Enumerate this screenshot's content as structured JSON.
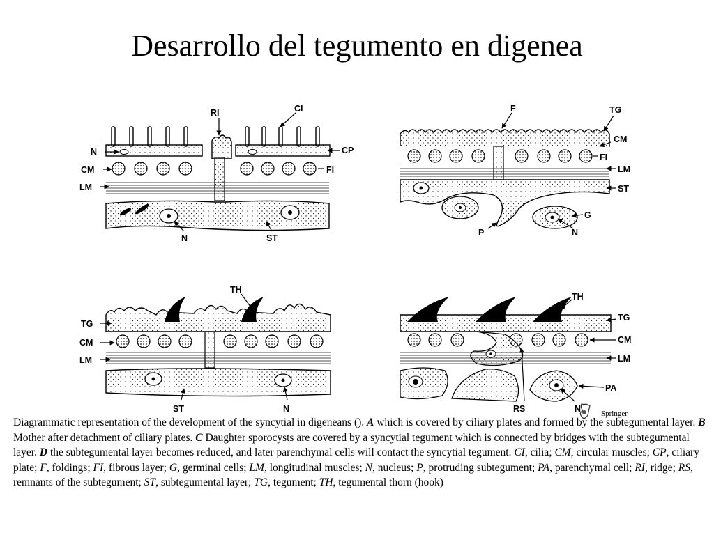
{
  "title": "Desarrollo del tegumento en digenea",
  "publisher": "Springer",
  "panels": {
    "a": {
      "labels": {
        "ri": "RI",
        "ci": "CI",
        "n": "N",
        "cp": "CP",
        "cm": "CM",
        "fi": "FI",
        "lm": "LM",
        "n2": "N",
        "st": "ST"
      }
    },
    "b": {
      "labels": {
        "f": "F",
        "tg": "TG",
        "cm": "CM",
        "fi": "FI",
        "lm": "LM",
        "st": "ST",
        "g": "G",
        "p": "P",
        "n": "N"
      }
    },
    "c": {
      "labels": {
        "th": "TH",
        "tg": "TG",
        "cm": "CM",
        "lm": "LM",
        "st": "ST",
        "n": "N"
      }
    },
    "d": {
      "labels": {
        "th": "TH",
        "tg": "TG",
        "cm": "CM",
        "lm": "LM",
        "pa": "PA",
        "rs": "RS",
        "n": "N"
      }
    }
  },
  "caption": {
    "s1": "Diagrammatic representation of the development of the syncytial in digeneans ().",
    "a_letter": "A",
    "s2": "which is covered by ciliary plates and formed by the subtegumental layer.",
    "b_letter": "B",
    "s3": "Mother after detachment of ciliary plates.",
    "c_letter": "C",
    "s4": "Daughter sporocysts are covered by a syncytial tegument which is connected by bridges with the subtegumental layer.",
    "d_letter": "D",
    "s5": "the subtegumental layer becomes reduced, and later parenchymal cells will contact the syncytial tegument.",
    "abbrevs": [
      {
        "abbr": "CI",
        "def": ", cilia; "
      },
      {
        "abbr": "CM",
        "def": ", circular muscles; "
      },
      {
        "abbr": "CP",
        "def": ", ciliary plate; "
      },
      {
        "abbr": "F",
        "def": ", foldings; "
      },
      {
        "abbr": "FI",
        "def": ", fibrous layer; "
      },
      {
        "abbr": "G",
        "def": ", germinal cells; "
      },
      {
        "abbr": "LM",
        "def": ", longitudinal muscles; "
      },
      {
        "abbr": "N",
        "def": ", nucleus; "
      },
      {
        "abbr": "P",
        "def": ", protruding subtegument; "
      },
      {
        "abbr": "PA",
        "def": ", parenchymal cell; "
      },
      {
        "abbr": "RI",
        "def": ", ridge; "
      },
      {
        "abbr": "RS",
        "def": ", remnants of the subtegument; "
      },
      {
        "abbr": "ST",
        "def": ", subtegumental layer; "
      },
      {
        "abbr": "TG",
        "def": ", tegument; "
      },
      {
        "abbr": "TH",
        "def": ", tegumental thorn (hook)"
      }
    ]
  }
}
